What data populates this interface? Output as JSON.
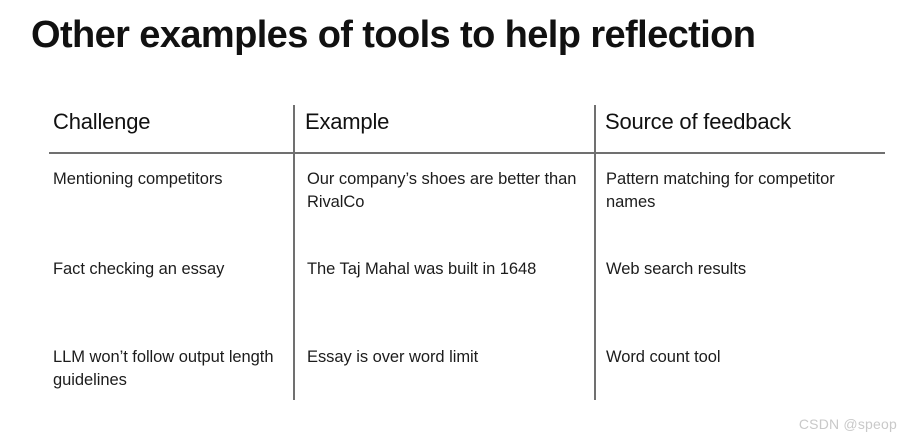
{
  "slide": {
    "title": "Other examples of tools to help reflection",
    "background_color": "#ffffff",
    "text_color": "#111111",
    "rule_color": "#707070"
  },
  "table": {
    "headers": [
      "Challenge",
      "Example",
      "Source of feedback"
    ],
    "rows": [
      {
        "challenge": "Mentioning competitors",
        "example": "Our company’s shoes are better than RivalCo",
        "source": "Pattern matching for competitor names"
      },
      {
        "challenge": "Fact checking an essay",
        "example": "The Taj Mahal was built in 1648",
        "source": "Web search results"
      },
      {
        "challenge": "LLM won’t follow output length guidelines",
        "example": "Essay is over word limit",
        "source": "Word count tool"
      }
    ]
  },
  "watermark": {
    "text": "CSDN @speop",
    "color": "#c9c9c9"
  }
}
